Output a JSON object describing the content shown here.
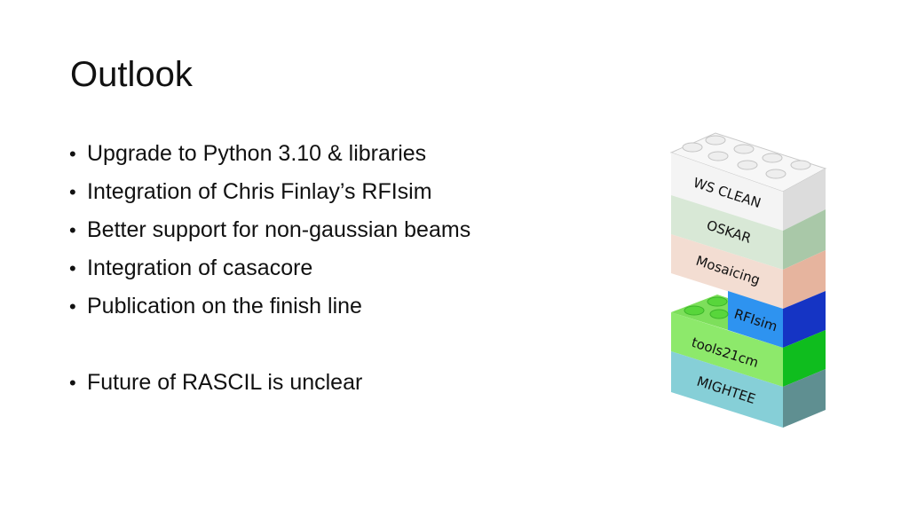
{
  "slide": {
    "title": "Outlook",
    "bullet_glyph": "•",
    "bullets": [
      "Upgrade to Python 3.10 & libraries",
      "Integration of Chris Finlay’s RFIsim",
      "Better support for non-gaussian beams",
      "Integration of casacore",
      "Publication on the finish line",
      "Future of RASCIL is unclear"
    ]
  },
  "brick_stack": {
    "bricks": [
      {
        "label": "WS CLEAN",
        "front": "#f4f4f4",
        "side": "#dcdcdc"
      },
      {
        "label": "OSKAR",
        "front": "#d8e8d6",
        "side": "#a9c8a8"
      },
      {
        "label": "Mosaicing",
        "front": "#f3ddd2",
        "side": "#e6b49e"
      },
      {
        "label": "RFIsim",
        "front": "#2e93f0",
        "side": "#1534c4"
      },
      {
        "label": "tools21cm",
        "front": "#8de96b",
        "side": "#0fbd1e"
      },
      {
        "label": "MIGHTEE",
        "front": "#86cfd7",
        "side": "#5f8f91"
      }
    ]
  }
}
